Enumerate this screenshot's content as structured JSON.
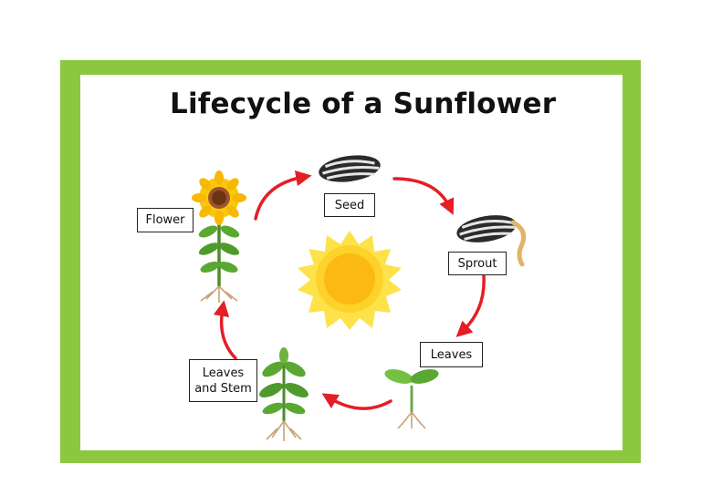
{
  "title": "Lifecycle of a Sunflower",
  "stages": {
    "seed": "Seed",
    "sprout": "Sprout",
    "leaves": "Leaves",
    "leaves_and_stem_line1": "Leaves",
    "leaves_and_stem_line2": "and Stem",
    "flower": "Flower"
  },
  "colors": {
    "frame": "#8cc83f",
    "arrow": "#e41e26",
    "sun": "#fdd22a",
    "sun_core": "#fcb813",
    "leaf": "#55a630",
    "petal": "#f9c80e"
  }
}
